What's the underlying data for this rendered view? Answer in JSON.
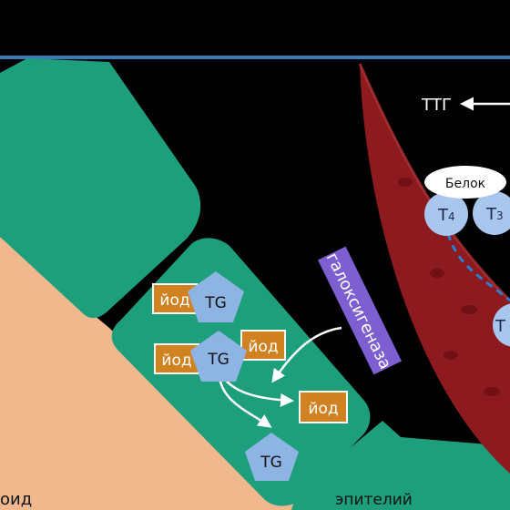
{
  "labels": {
    "ttg": "ТТГ",
    "protein": "Белок",
    "t4_main": "Т",
    "t4_sub": "4",
    "t3_main": "Т",
    "t3_sub": "3",
    "t_edge": "Т",
    "enzyme": "галоксигеназа",
    "colloid_partial": "оид",
    "epithelium": "эпителий"
  },
  "molecules": {
    "tg": "TG",
    "iodine": "йод"
  },
  "colors": {
    "background": "#000000",
    "top_bar": "#3a78b8",
    "cell_green": "#1d9f7c",
    "colloid": "#f0b88c",
    "vessel": "#8c1a1e",
    "tg_shape": "#8eb4e3",
    "iodine_box": "#d08220",
    "enzyme_box": "#7d5fd1",
    "hormone_circle": "#a9c6ee",
    "dashed_path": "#2a7fd4"
  }
}
